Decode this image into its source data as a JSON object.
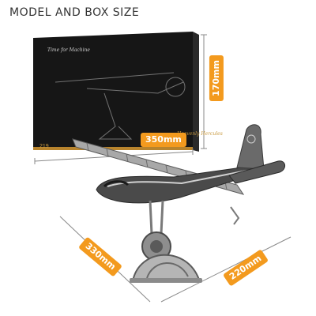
{
  "header": {
    "title": "MODEL AND BOX SIZE"
  },
  "dimensions": {
    "box_width": "350mm",
    "box_height": "170mm",
    "base_depth": "330mm",
    "base_width": "220mm"
  },
  "box": {
    "counter": "219",
    "brand_script": "Time for Machine",
    "model_script": "Heavenly Hercules"
  },
  "colors": {
    "label_bg": "#f39a1e",
    "box_bg": "#1a1a1a",
    "dim_line": "#888888"
  }
}
